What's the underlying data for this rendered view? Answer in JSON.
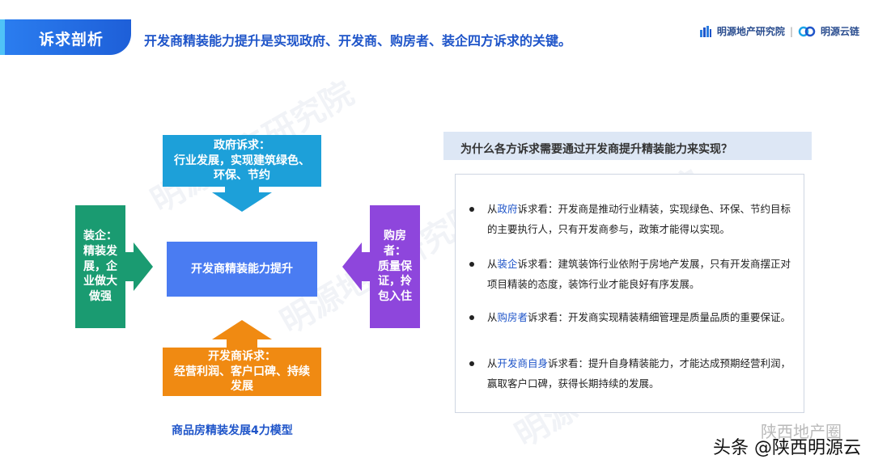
{
  "header": {
    "title": "诉求剖析",
    "subtitle": "开发商精装能力提升是实现政府、开发商、购房者、装企四方诉求的关键。",
    "brand1": "明源地产研究院",
    "separator": "|",
    "brand2": "明源云链"
  },
  "diagram": {
    "government": "政府诉求：\n行业发展，实现建筑绿色、\n环保、节约",
    "developer": "开发商诉求：\n经营利润、客户口碑、持续\n发展",
    "decorator": "装企：\n精装发\n展，企\n业做大\n做强",
    "buyer": "购房者：\n质量保\n证，拎\n包入住",
    "center": "开发商精装能力提升",
    "caption": "商品房精装发展4力模型"
  },
  "panel": {
    "question": "为什么各方诉求需要通过开发商提升精装能力来实现？",
    "points": [
      {
        "prefix": "从",
        "party": "政府",
        "rest": "诉求看：开发商是推动行业精装，实现绿色、环保、节约目标的主要执行人，只有开发商参与，政策才能得以实现。"
      },
      {
        "prefix": "从",
        "party": "装企",
        "rest": "诉求看：建筑装饰行业依附于房地产发展，只有开发商摆正对项目精装的态度，装饰行业才能良好有序发展。"
      },
      {
        "prefix": "从",
        "party": "购房者",
        "rest": "诉求看：开发商实现精装精细管理是质量品质的重要保证。"
      },
      {
        "prefix": "从",
        "party": "开发商自身",
        "rest": "诉求看：提升自身精装能力，才能达成预期经营利润，赢取客户口碑，获得长期持续的发展。"
      }
    ]
  },
  "footer": {
    "source": "头条 @陕西明源云",
    "overlay": "陕西地产圈"
  },
  "colors": {
    "accent": "#1f55c9",
    "gov": "#1da0d9",
    "dev": "#f08a12",
    "decorator": "#1a9b71",
    "buyer": "#8e46dc",
    "center": "#4a7cf2"
  }
}
